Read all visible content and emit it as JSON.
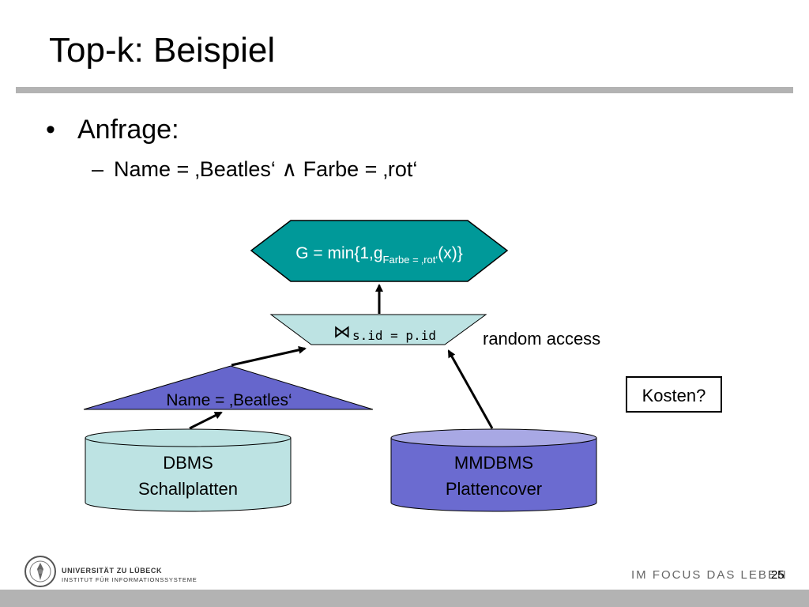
{
  "slide": {
    "title": "Top-k: Beispiel",
    "bullet": "Anfrage:",
    "sub_bullet": "Name = ‚Beatles‘ ∧ Farbe = ‚rot‘",
    "bullet_marker": "•",
    "dash_marker": "–"
  },
  "diagram": {
    "aggregate_label_main": "G = min{1,g",
    "aggregate_label_sub": "Farbe = ‚rot‘",
    "aggregate_label_tail": "(x)}",
    "join_symbol": "⋈",
    "join_condition": "s.id = p.id",
    "selection_label": "Name = ‚Beatles‘",
    "random_access_label": "random access",
    "cost_label": "Kosten?",
    "db1_line1": "DBMS",
    "db1_line2": "Schallplatten",
    "db2_line1": "MMDBMS",
    "db2_line2": "Plattencover",
    "colors": {
      "teal_hexagon": "#009999",
      "light_teal": "#bde3e3",
      "selection_blue": "#6666cc",
      "db2_body": "#6b6bd0",
      "db2_top": "#a8a8e4"
    }
  },
  "footer": {
    "university": "UNIVERSITÄT ZU LÜBECK",
    "institute": "INSTITUT FÜR INFORMATIONSSYSTEME",
    "slogan": "IM FOCUS DAS LEBEN",
    "page_number": "25"
  }
}
